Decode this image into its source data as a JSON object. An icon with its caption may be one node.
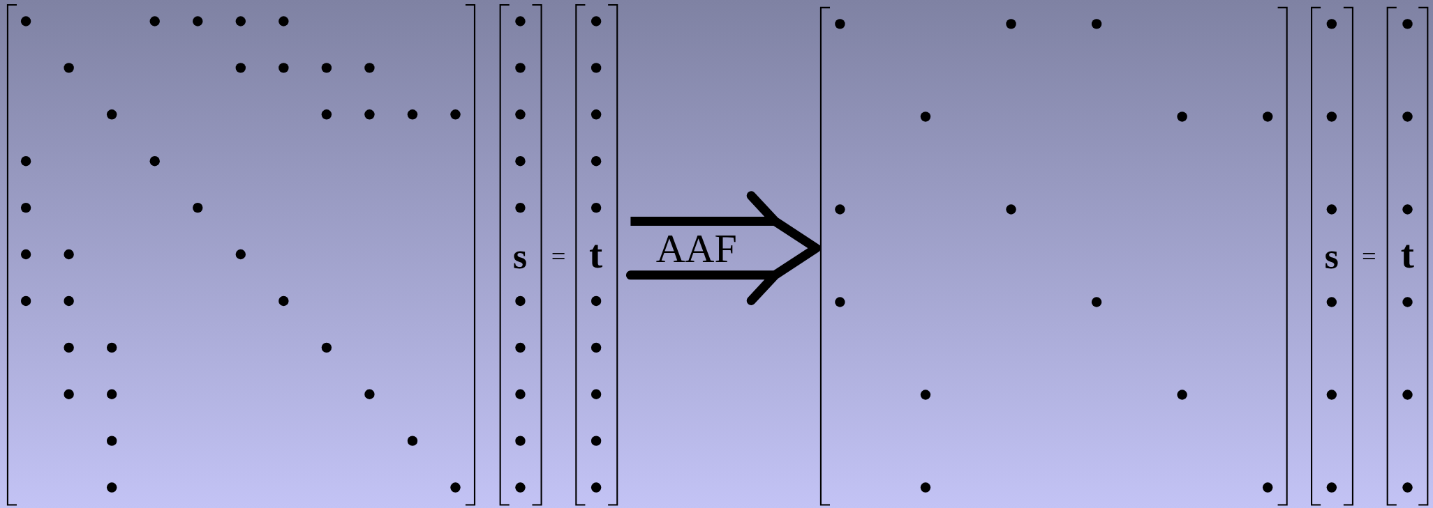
{
  "diagram": {
    "nodes": [
      {
        "text": [
          "s",
          "=",
          "t"
        ]
      },
      {
        "text": [
          "s",
          "=",
          "t"
        ]
      }
    ],
    "edges": [
      {
        "from": 0,
        "to": 1,
        "arrow": "to",
        "label": "AAF"
      }
    ]
  }
}
